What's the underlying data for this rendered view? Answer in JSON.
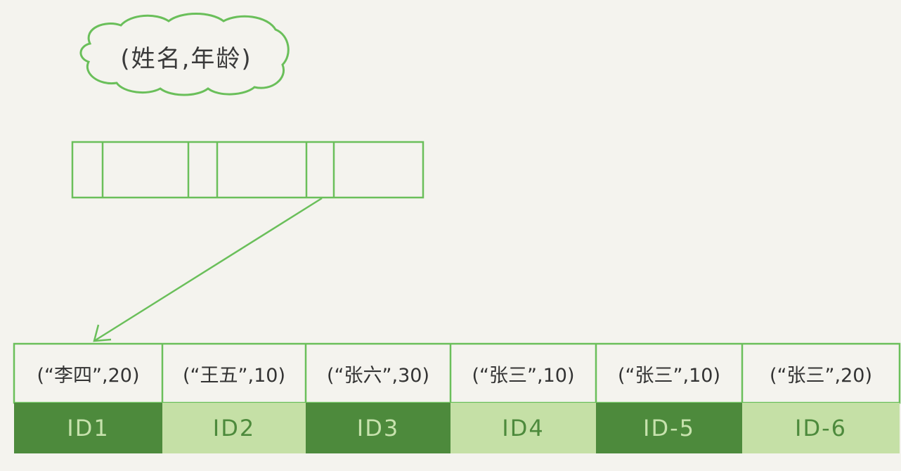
{
  "cloud": {
    "text": "(姓名,年龄)"
  },
  "index_entry": {
    "cells": 6
  },
  "rows": [
    {
      "record": "(“李四”,20)",
      "id": "ID1",
      "shade": "dark"
    },
    {
      "record": "(“王五”,10)",
      "id": "ID2",
      "shade": "light"
    },
    {
      "record": "(“张六”,30)",
      "id": "ID3",
      "shade": "dark"
    },
    {
      "record": "(“张三”,10)",
      "id": "ID4",
      "shade": "light"
    },
    {
      "record": "(“张三”,10)",
      "id": "ID-5",
      "shade": "dark"
    },
    {
      "record": "(“张三”,20)",
      "id": "ID-6",
      "shade": "light"
    }
  ],
  "colors": {
    "stroke": "#6abf5a",
    "id_dark": "#4d8a3c",
    "id_light": "#c5e0a6",
    "background": "#f4f3ee"
  }
}
